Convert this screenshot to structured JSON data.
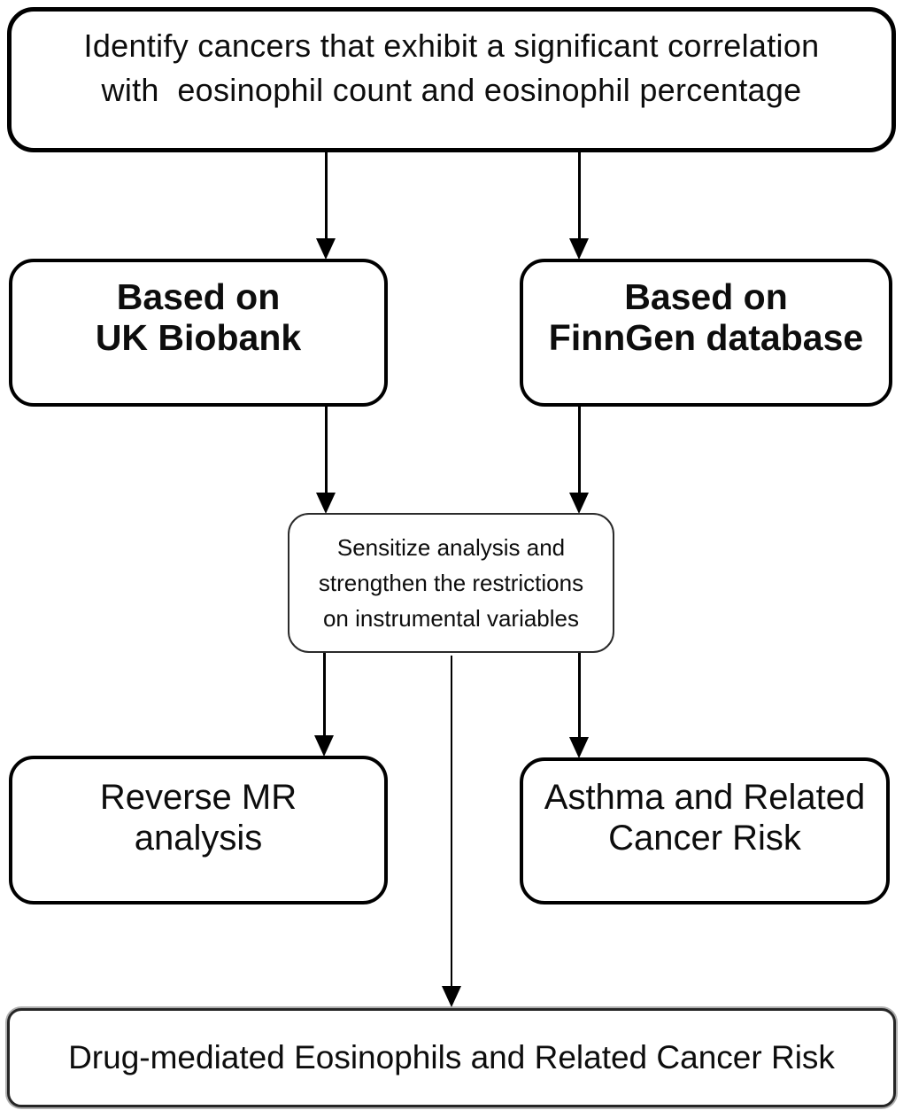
{
  "figure": {
    "type": "flowchart",
    "background": "#ffffff",
    "line_color": "#000000",
    "box_fill": "#ffffff",
    "thick_border_color": "#000000",
    "thin_border_color": "#2b2b2b",
    "bottom_box_border_color": "#262626"
  },
  "nodes": {
    "identify": {
      "lines": [
        "Identify cancers that exhibit a significant correlation",
        "with  eosinophil count and eosinophil percentage"
      ]
    },
    "uk_biobank": {
      "lines": [
        "Based on",
        "UK Biobank"
      ]
    },
    "finngen": {
      "lines": [
        "Based on",
        "FinnGen database"
      ]
    },
    "sensitize": {
      "lines": [
        "Sensitize analysis and",
        "strengthen the restrictions",
        "on instrumental variables"
      ]
    },
    "reverse_mr": {
      "lines": [
        "Reverse MR",
        "analysis"
      ]
    },
    "asthma": {
      "lines": [
        "Asthma and Related",
        "Cancer Risk"
      ]
    },
    "drug_mediated": {
      "lines": [
        "Drug-mediated Eosinophils and Related Cancer Risk"
      ]
    }
  },
  "edges": [
    {
      "from": "identify",
      "to": "uk_biobank"
    },
    {
      "from": "identify",
      "to": "finngen"
    },
    {
      "from": "uk_biobank",
      "to": "sensitize"
    },
    {
      "from": "finngen",
      "to": "sensitize"
    },
    {
      "from": "sensitize",
      "to": "reverse_mr"
    },
    {
      "from": "sensitize",
      "to": "asthma"
    },
    {
      "from": "sensitize",
      "to": "drug_mediated"
    }
  ]
}
